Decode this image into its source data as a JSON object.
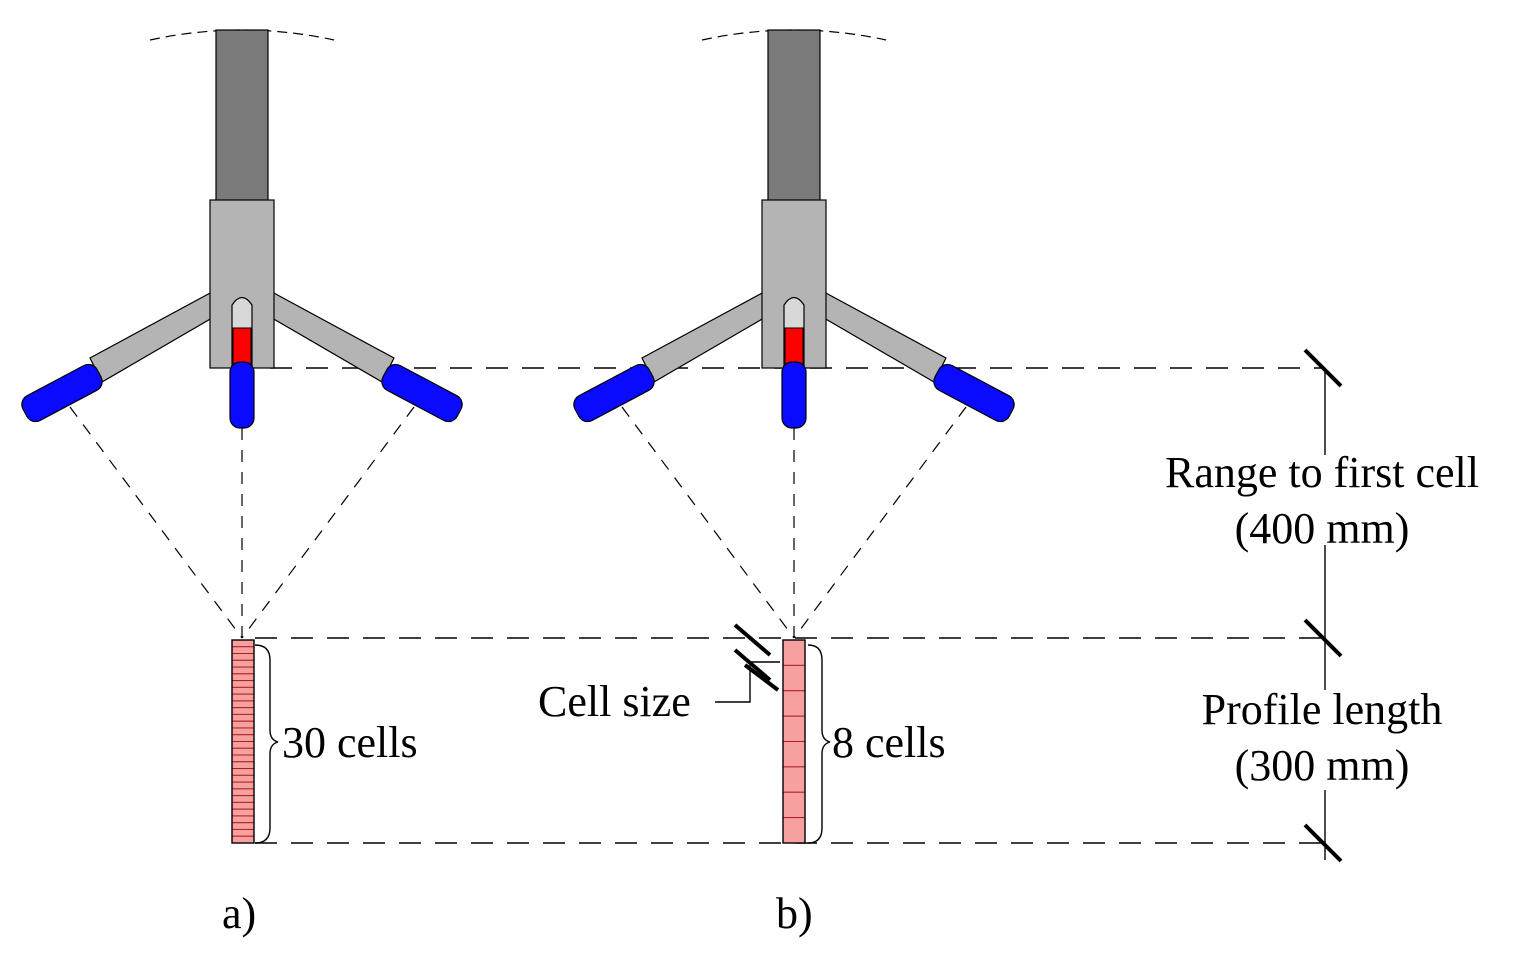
{
  "panels": [
    {
      "label": "a)",
      "cell_count": 30,
      "cells_label": "30 cells"
    },
    {
      "label": "b)",
      "cell_count": 8,
      "cells_label": "8 cells",
      "cell_size_label": "Cell size"
    }
  ],
  "dimensions": {
    "range_label": "Range to first cell",
    "range_value": "(400 mm)",
    "profile_label": "Profile length",
    "profile_value": "(300 mm)"
  },
  "colors": {
    "stem_dark": "#7a7a7a",
    "body_gray": "#b4b4b4",
    "transducer_blue": "#0a0aff",
    "center_red": "#ff0000",
    "cell_fill": "#f7a0a0",
    "cell_stroke": "#b02020"
  }
}
